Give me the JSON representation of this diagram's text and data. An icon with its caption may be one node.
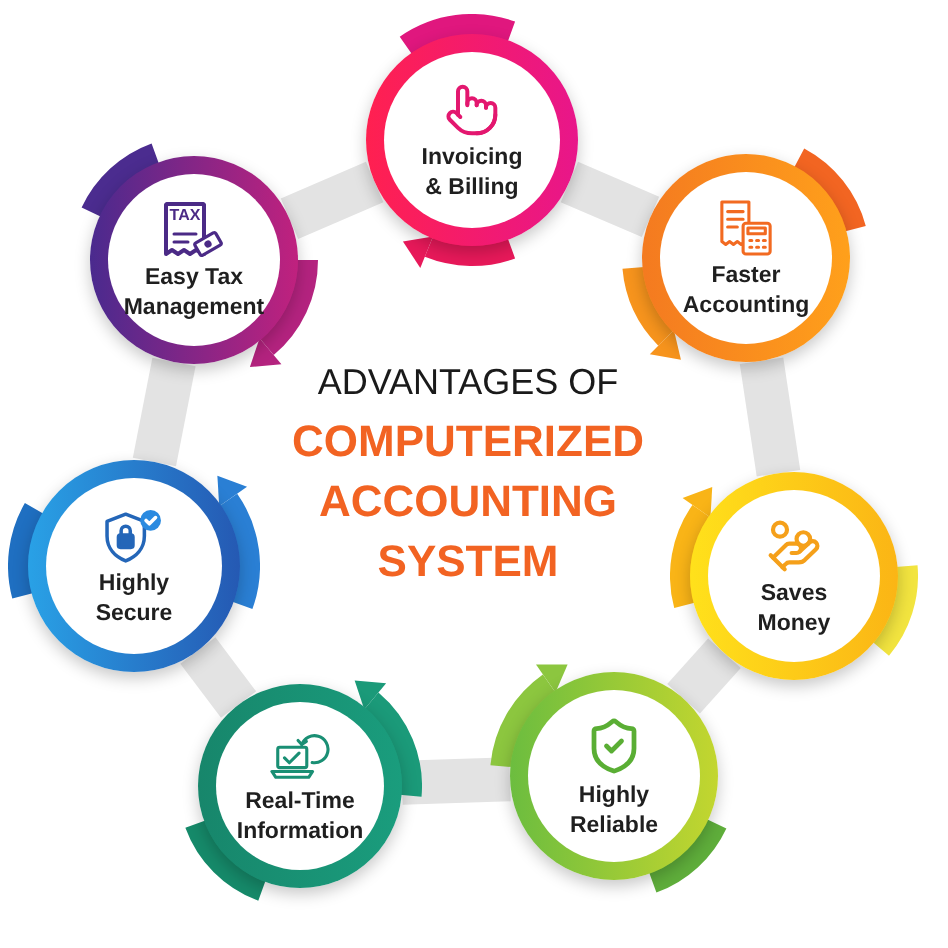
{
  "diagram": {
    "title": "ADVANTAGES OF **COMPUTERIZED ACCOUNTING SYSTEM**",
    "nodes": [
      {
        "text": [
          "Invoicing & Billing"
        ]
      },
      {
        "text": [
          "Faster Accounting"
        ]
      },
      {
        "text": [
          "Saves Money"
        ]
      },
      {
        "text": [
          "Highly Reliable"
        ]
      },
      {
        "text": [
          "Real-Time Information"
        ]
      },
      {
        "text": [
          "Highly Secure"
        ]
      },
      {
        "text": [
          "Easy Tax Management"
        ]
      }
    ],
    "edges": [
      {
        "from": 0,
        "to": 1,
        "arrow": "none"
      },
      {
        "from": 1,
        "to": 2,
        "arrow": "none"
      },
      {
        "from": 2,
        "to": 3,
        "arrow": "none"
      },
      {
        "from": 3,
        "to": 4,
        "arrow": "none"
      },
      {
        "from": 4,
        "to": 5,
        "arrow": "none"
      },
      {
        "from": 5,
        "to": 6,
        "arrow": "none"
      },
      {
        "from": 6,
        "to": 0,
        "arrow": "none"
      }
    ],
    "labels": [
      "TAX"
    ]
  }
}
